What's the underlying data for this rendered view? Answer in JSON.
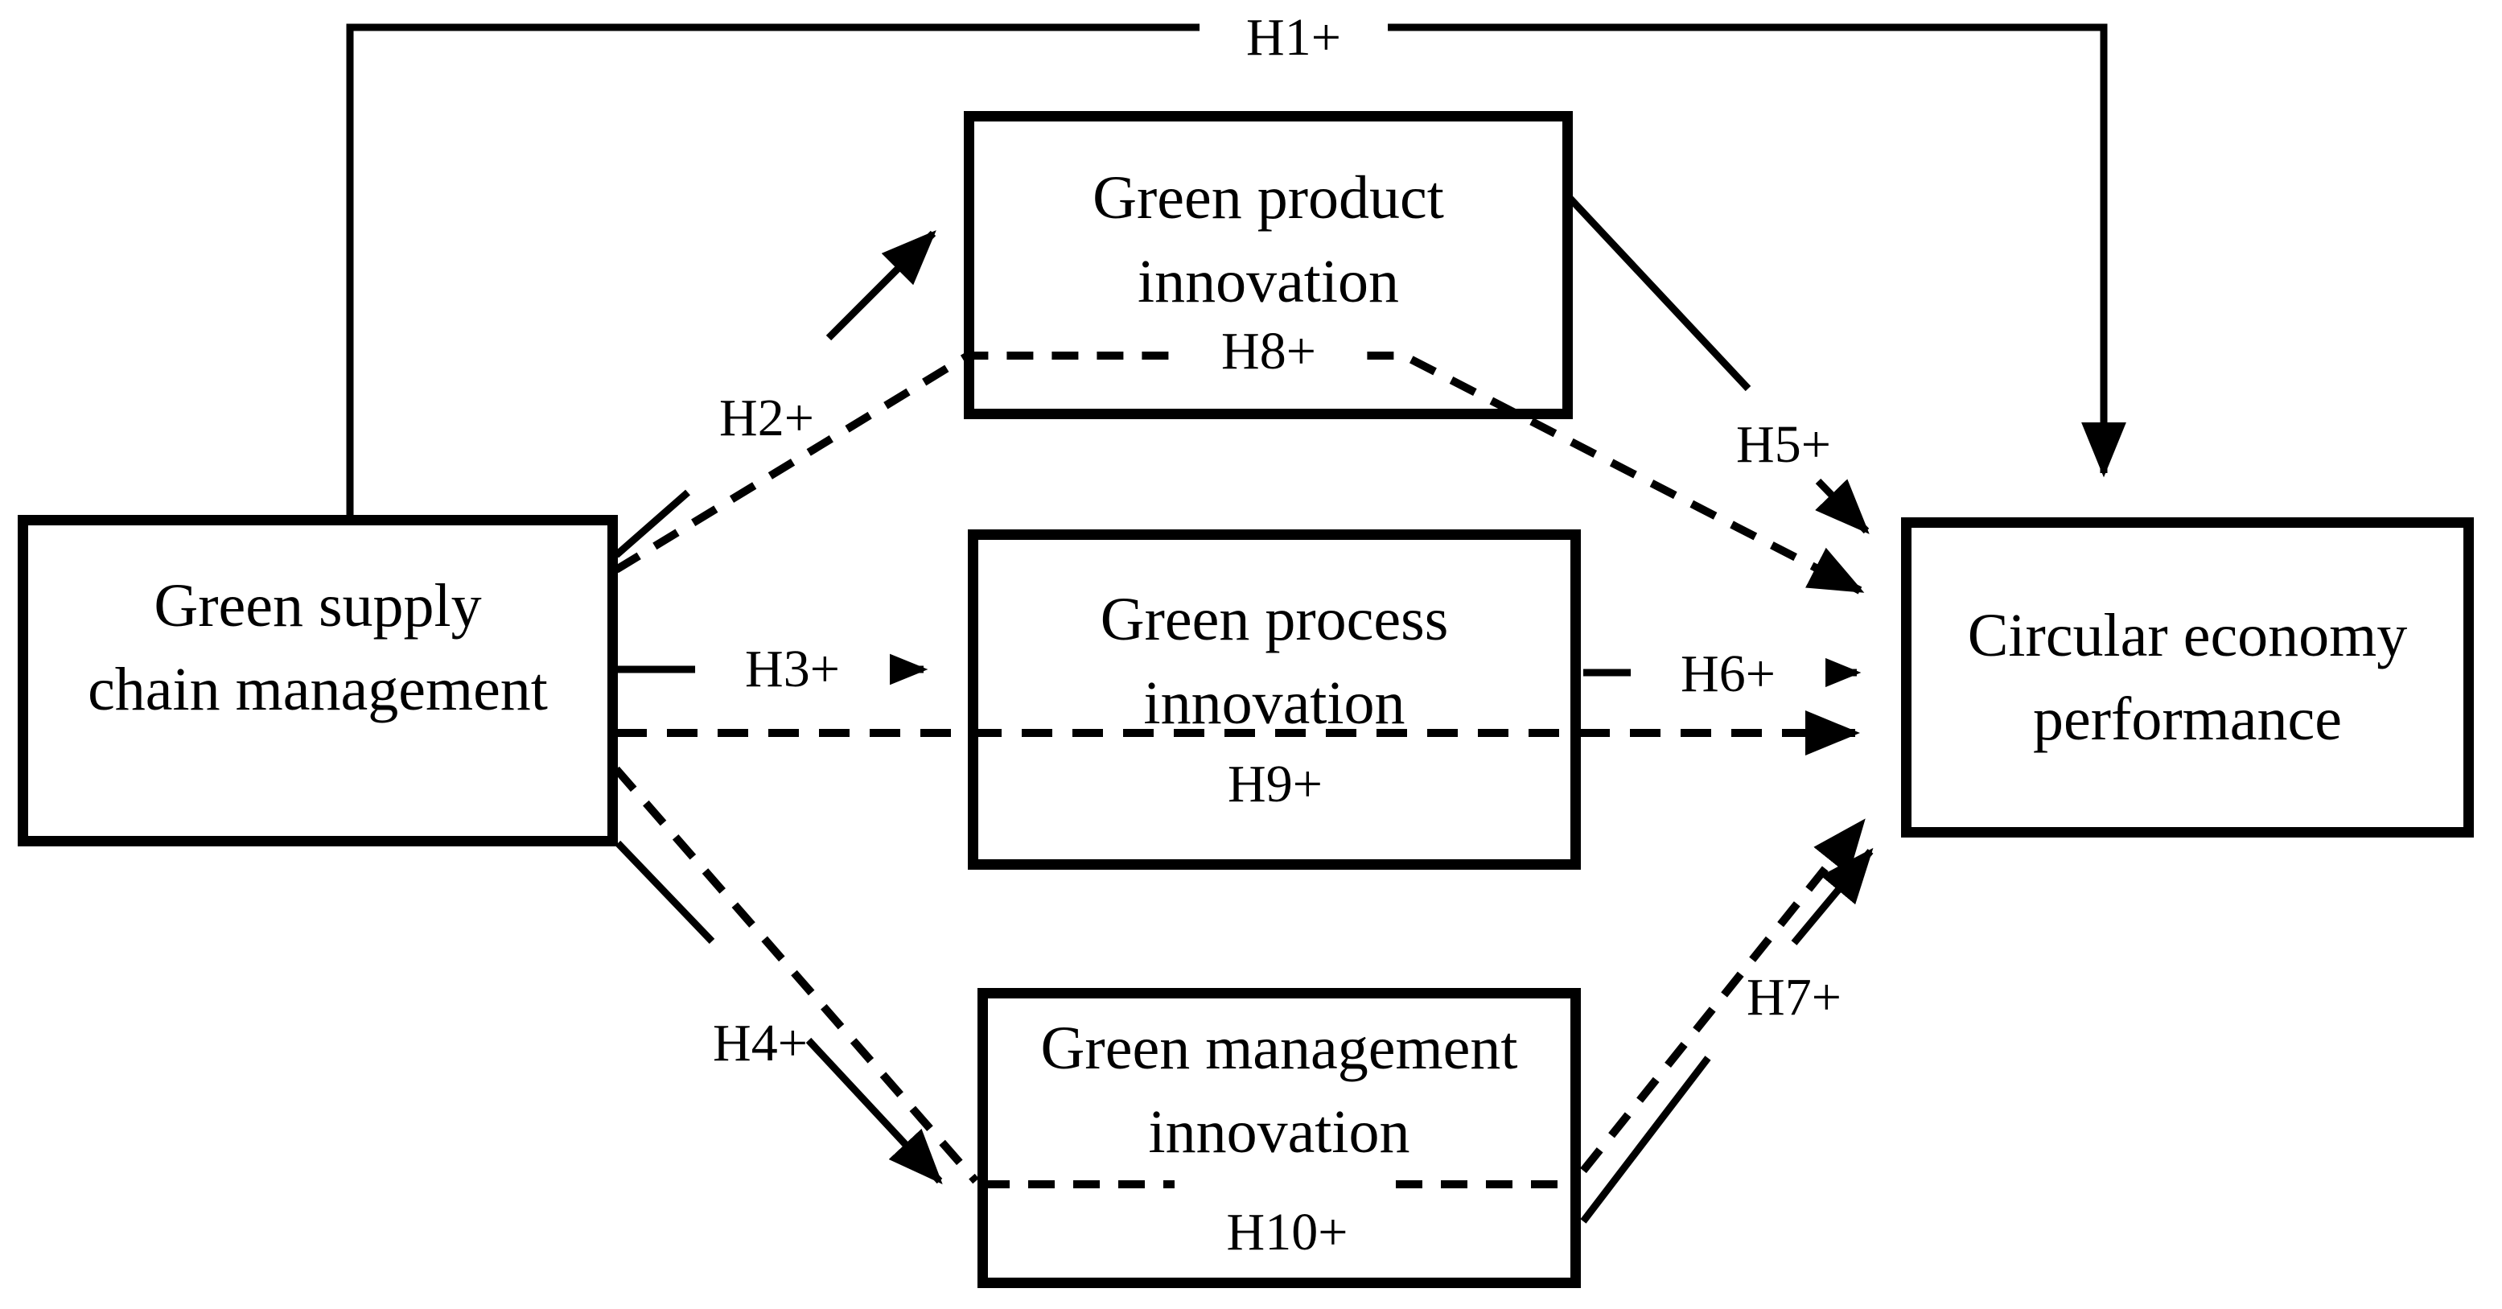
{
  "diagram": {
    "title_hint": "Structural model: green supply chain management, green innovation and circular economy performance",
    "colors": {
      "line": "#000000",
      "background": "#ffffff"
    },
    "nodes": {
      "gscm": {
        "line1": "Green supply",
        "line2": "chain management"
      },
      "gpi": {
        "line1": "Green product",
        "line2": "innovation"
      },
      "gpci": {
        "line1": "Green process",
        "line2": "innovation"
      },
      "gmi": {
        "line1": "Green management",
        "line2": "innovation"
      },
      "cep": {
        "line1": "Circular economy",
        "line2": "performance"
      }
    },
    "hypotheses": {
      "h1": "H1+",
      "h2": "H2+",
      "h3": "H3+",
      "h4": "H4+",
      "h5": "H5+",
      "h6": "H6+",
      "h7": "H7+",
      "h8": "H8+",
      "h9": "H9+",
      "h10": "H10+"
    },
    "edges": [
      {
        "id": "h1",
        "label": "H1+",
        "from": "gscm",
        "to": "cep",
        "style": "solid",
        "route": "over-top"
      },
      {
        "id": "h2",
        "label": "H2+",
        "from": "gscm",
        "to": "gpi",
        "style": "solid",
        "route": "diagonal-up"
      },
      {
        "id": "h3",
        "label": "H3+",
        "from": "gscm",
        "to": "gpci",
        "style": "solid",
        "route": "horizontal"
      },
      {
        "id": "h4",
        "label": "H4+",
        "from": "gscm",
        "to": "gmi",
        "style": "solid",
        "route": "diagonal-down"
      },
      {
        "id": "h5",
        "label": "H5+",
        "from": "gpi",
        "to": "cep",
        "style": "solid",
        "route": "diagonal-down"
      },
      {
        "id": "h6",
        "label": "H6+",
        "from": "gpci",
        "to": "cep",
        "style": "solid",
        "route": "horizontal"
      },
      {
        "id": "h7",
        "label": "H7+",
        "from": "gmi",
        "to": "cep",
        "style": "solid",
        "route": "diagonal-up"
      },
      {
        "id": "h8",
        "label": "H8+",
        "from": "gscm",
        "to": "cep",
        "style": "dashed",
        "route": "through-gpi"
      },
      {
        "id": "h9",
        "label": "H9+",
        "from": "gscm",
        "to": "cep",
        "style": "dashed",
        "route": "through-gpci"
      },
      {
        "id": "h10",
        "label": "H10+",
        "from": "gscm",
        "to": "cep",
        "style": "dashed",
        "route": "through-gmi"
      }
    ]
  }
}
